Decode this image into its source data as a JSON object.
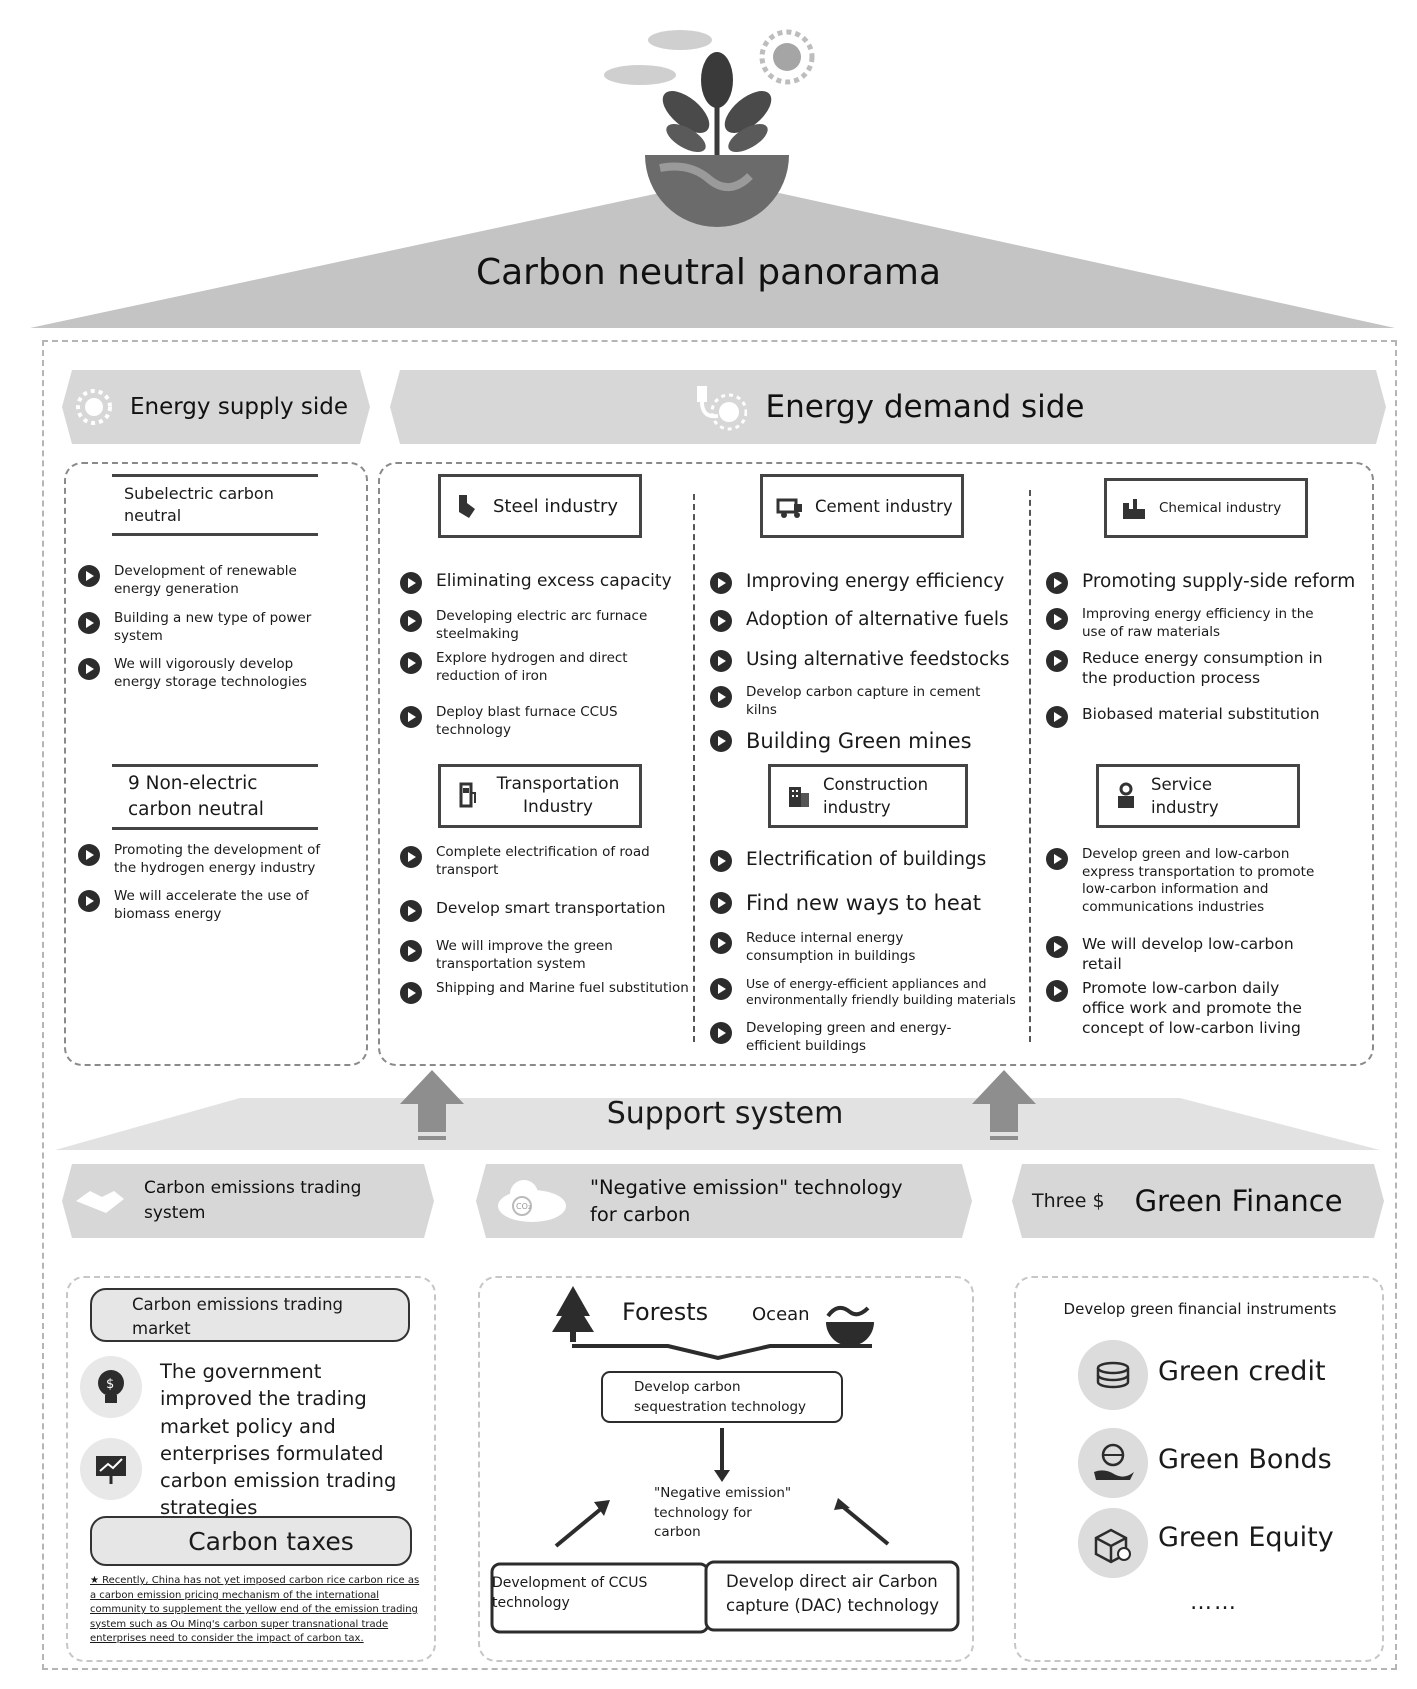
{
  "title": "Carbon neutral panorama",
  "headers": {
    "supply": "Energy supply side",
    "demand": "Energy demand side"
  },
  "supply": {
    "electric_title": "Subelectric carbon neutral",
    "electric_items": [
      "Development of renewable energy generation",
      "Building a new type of power system",
      "We will vigorously develop energy storage technologies"
    ],
    "nonelectric_title": "9 Non-electric carbon neutral",
    "nonelectric_items": [
      "Promoting the development of the hydrogen energy industry",
      "We will accelerate the use of biomass energy"
    ]
  },
  "demand": {
    "steel": {
      "title": "Steel industry",
      "items": [
        "Eliminating excess capacity",
        "Developing electric arc furnace steelmaking",
        "Explore hydrogen and direct reduction of iron",
        "Deploy blast furnace CCUS technology"
      ]
    },
    "cement": {
      "title": "Cement industry",
      "items": [
        "Improving energy efficiency",
        "Adoption of alternative fuels",
        "Using alternative feedstocks",
        "Develop carbon capture in cement kilns",
        "Building Green mines"
      ]
    },
    "chemical": {
      "title": "Chemical industry",
      "items": [
        "Promoting supply-side reform",
        "Improving energy efficiency in the use of raw materials",
        "Reduce energy consumption in the production process",
        "Biobased material substitution"
      ]
    },
    "transport": {
      "title": "Transportation Industry",
      "items": [
        "Complete electrification of road transport",
        "Develop smart transportation",
        "We will improve the green transportation system",
        "Shipping and Marine fuel substitution"
      ]
    },
    "construction": {
      "title": "Construction industry",
      "items": [
        "Electrification of buildings",
        "Find new ways to heat",
        "Reduce internal energy consumption in buildings",
        "Use of energy-efficient appliances and environmentally friendly building materials",
        "Developing green and energy-efficient buildings"
      ]
    },
    "service": {
      "title": "Service industry",
      "items": [
        "Develop green and low-carbon express transportation to promote low-carbon information and communications industries",
        "We will develop low-carbon retail",
        "Promote low-carbon daily office work and promote the concept of low-carbon living"
      ]
    }
  },
  "support": {
    "title": "Support system",
    "trading": {
      "header": "Carbon emissions trading system",
      "market": "Carbon emissions trading market",
      "policy_text": "The government improved the trading market policy and enterprises formulated carbon emission trading strategies",
      "taxes": "Carbon taxes",
      "note": "★ Recently, China has not yet imposed carbon rice carbon rice as a carbon emission pricing mechanism of the international community to supplement the yellow end of the emission trading system such as Ou Ming's carbon super transnational trade enterprises need to consider the impact of carbon tax."
    },
    "negative": {
      "header": "\"Negative emission\" technology for carbon",
      "co2_label": "CO₂",
      "forests": "Forests",
      "ocean": "Ocean",
      "sequestration": "Develop carbon sequestration technology",
      "center": "\"Negative emission\" technology for carbon",
      "ccus": "Development of CCUS technology",
      "dac": "Develop direct air Carbon capture (DAC) technology"
    },
    "finance": {
      "prefix": "Three $",
      "header": "Green Finance",
      "subtitle": "Develop green financial instruments",
      "items": [
        "Green credit",
        "Green Bonds",
        "Green Equity"
      ],
      "more": "……"
    }
  },
  "icons": {
    "play": "play-bullet-icon",
    "colors": {
      "banner": "#d7d7d7",
      "dark": "#2c2c2c",
      "roof": "#c4c4c4"
    }
  }
}
